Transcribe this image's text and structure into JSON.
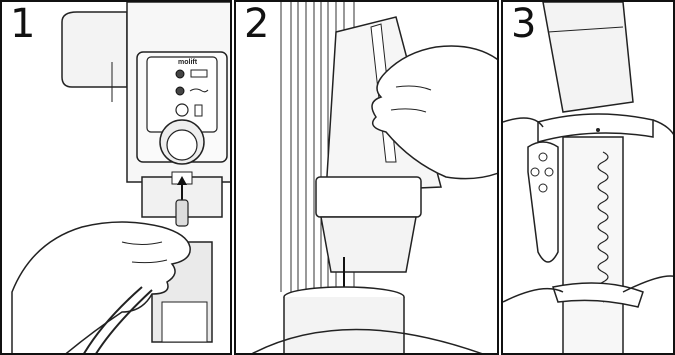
{
  "steps": [
    {
      "number": "1",
      "brand": "molift"
    },
    {
      "number": "2"
    },
    {
      "number": "3"
    }
  ],
  "icons": {
    "step1": [
      "mains-plug-icon",
      "hand-icon",
      "down-arrow-icon",
      "indicator-light-icon"
    ],
    "step2": [
      "battery-icon",
      "hand-icon",
      "down-arrow-icon"
    ],
    "step3": [
      "hand-control-icon",
      "coiled-cable-icon"
    ]
  }
}
